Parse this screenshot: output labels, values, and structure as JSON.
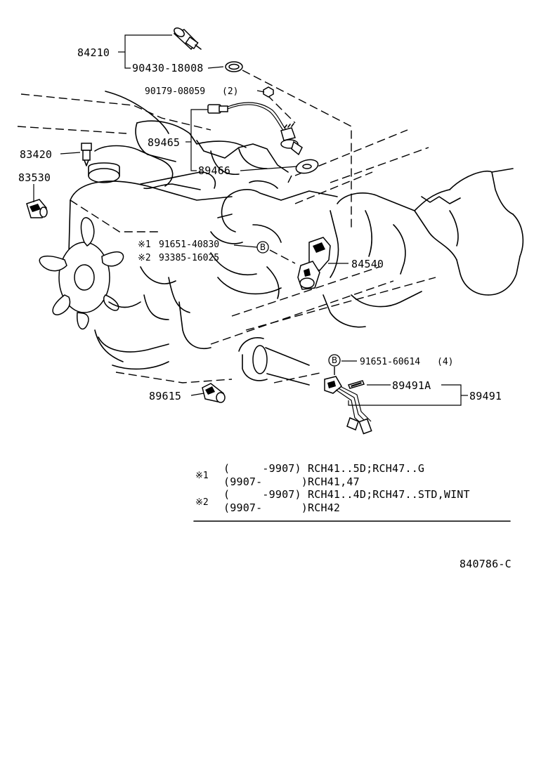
{
  "callouts": {
    "p84210": "84210",
    "p90430": "90430-18008",
    "p90179": "90179-08059",
    "p90179_qty": "(2)",
    "p89465": "89465",
    "p89466": "89466",
    "p83420": "83420",
    "p83530": "83530",
    "note1_mark": "※1",
    "p91651_40830": "91651-40830",
    "note2_mark": "※2",
    "p93385": "93385-16025",
    "p84540": "84540",
    "badge_b_upper": "B",
    "badge_b_lower": "B",
    "p91651_60614": "91651-60614",
    "p91651_60614_qty": "(4)",
    "p89491A": "89491A",
    "p89491": "89491",
    "p89615": "89615"
  },
  "notes": {
    "rows": [
      {
        "mark": "※1",
        "range": "(     -9907)",
        "models": "RCH41..5D;RCH47..G"
      },
      {
        "mark": "",
        "range": "(9907-      )",
        "models": "RCH41,47"
      },
      {
        "mark": "※2",
        "range": "(     -9907)",
        "models": "RCH41..4D;RCH47..STD,WINT"
      },
      {
        "mark": "",
        "range": "(9907-      )",
        "models": "RCH42"
      }
    ]
  },
  "diagram_id": "840786-C"
}
